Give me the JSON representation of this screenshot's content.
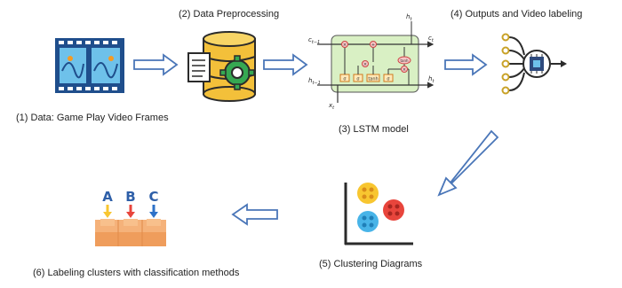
{
  "diagram": {
    "steps": [
      {
        "id": 1,
        "label": "(1) Data: Game Play Video Frames"
      },
      {
        "id": 2,
        "label": "(2) Data Preprocessing"
      },
      {
        "id": 3,
        "label": "(3) LSTM model"
      },
      {
        "id": 4,
        "label": "(4) Outputs and Video labeling"
      },
      {
        "id": 5,
        "label": "(5) Clustering Diagrams"
      },
      {
        "id": 6,
        "label": "(6) Labeling clusters with classification methods"
      }
    ],
    "lstm": {
      "c_prev": "c",
      "c_prev_sub": "t−1",
      "h_prev": "h",
      "h_prev_sub": "t−1",
      "x": "x",
      "x_sub": "t",
      "c_out": "c",
      "c_out_sub": "t",
      "h_out": "h",
      "h_out_sub": "t",
      "h_top": "h",
      "h_top_sub": "t",
      "gate_sigma": "σ",
      "gate_tanh": "tanh",
      "op_mul": "×",
      "op_add": "+"
    },
    "categories": [
      "A",
      "B",
      "C"
    ],
    "colors": {
      "arrow_stroke": "#4a76b8",
      "arrow_fill": "#ffffff",
      "film": "#1f4e8c",
      "film_frame": "#6ec1ea",
      "accent_orange": "#f59a23",
      "cylinder": "#f3c03a",
      "gear": "#36a852",
      "lstm_bg": "#d9f0c4",
      "chip": "#2e4a7d",
      "cluster_yellow": "#f8c630",
      "cluster_red": "#e8453c",
      "cluster_blue": "#48b4e8"
    }
  }
}
